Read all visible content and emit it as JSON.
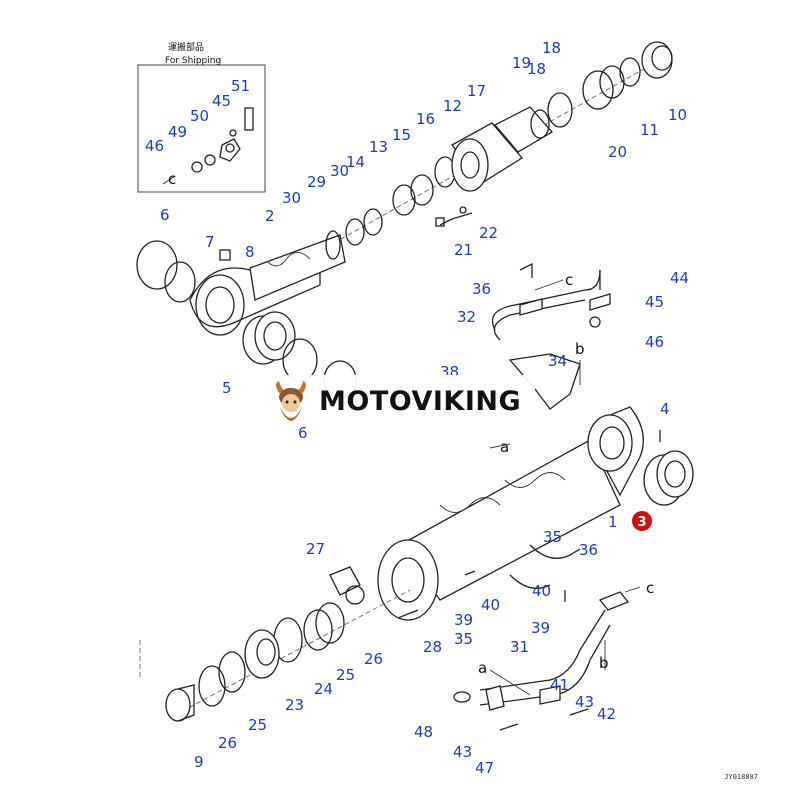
{
  "inset": {
    "title_jp": "運搬部品",
    "title_en": "For Shipping"
  },
  "watermark": {
    "brand": "MOTOVIKING"
  },
  "highlight_label": "3",
  "footer_code": "JY018887",
  "colors": {
    "callout": "#1a3fb8",
    "highlight": "#cc1111",
    "line": "#222222"
  },
  "callouts": [
    "51",
    "45",
    "50",
    "49",
    "46",
    "18",
    "19",
    "18",
    "17",
    "12",
    "16",
    "15",
    "13",
    "14",
    "30",
    "29",
    "30",
    "2",
    "6",
    "7",
    "8",
    "10",
    "11",
    "20",
    "21",
    "22",
    "36",
    "44",
    "45",
    "32",
    "46",
    "5",
    "34",
    "6",
    "4",
    "1",
    "27",
    "35",
    "36",
    "40",
    "39",
    "40",
    "35",
    "31",
    "39",
    "28",
    "26",
    "25",
    "24",
    "23",
    "25",
    "26",
    "9",
    "41",
    "43",
    "42",
    "48",
    "43",
    "47",
    "38"
  ],
  "letters": [
    "c",
    "c",
    "b",
    "a",
    "c",
    "b",
    "a"
  ]
}
